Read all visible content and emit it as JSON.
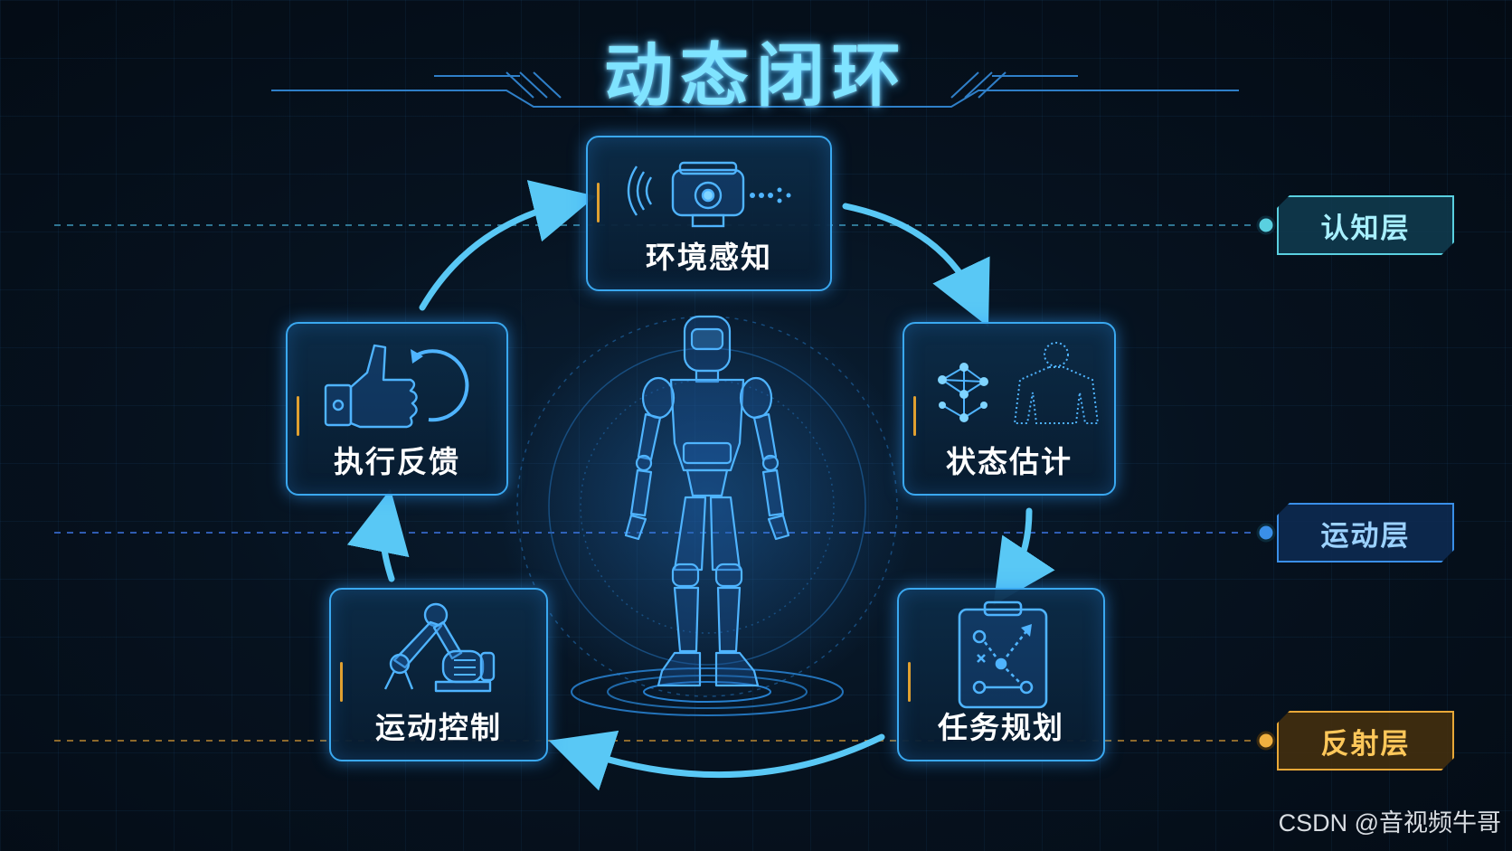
{
  "title": "动态闭环",
  "nodes": {
    "perception": "环境感知",
    "state": "状态估计",
    "planning": "任务规划",
    "motion": "运动控制",
    "feedback": "执行反馈"
  },
  "layers": {
    "cognitive": "认知层",
    "motion": "运动层",
    "reflex": "反射层"
  },
  "watermark": "CSDN @音视频牛哥",
  "colors": {
    "accent": "#3aa8f0",
    "cognitive": "#5ad0e0",
    "motion": "#3a8fe8",
    "reflex": "#e8a838",
    "arrow": "#59c8f5"
  }
}
